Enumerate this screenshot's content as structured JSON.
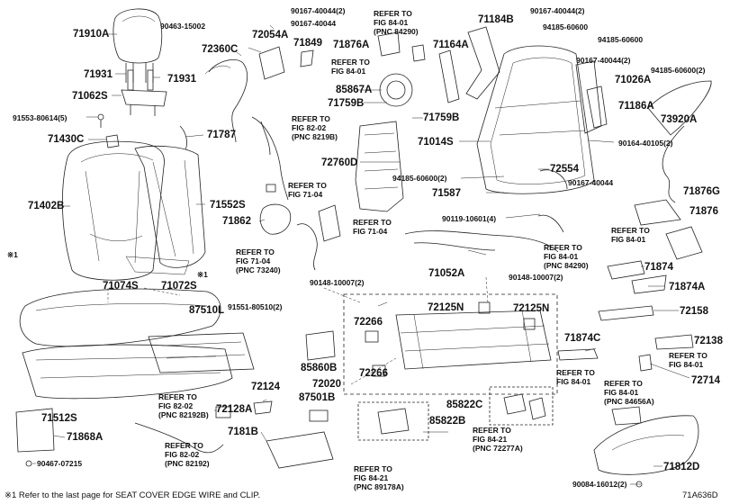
{
  "parts": {
    "p71910A": "71910A",
    "p90463": "90463-15002",
    "p90167_top": "90167-40044(2)",
    "p90167_b": "90167-40044",
    "p72054A": "72054A",
    "p72360C": "72360C",
    "p71849": "71849",
    "p71931a": "71931",
    "p71931b": "71931",
    "p71062S": "71062S",
    "p91553": "91553-80614(5)",
    "p71430C": "71430C",
    "p71787": "71787",
    "p71402B": "71402B",
    "p71074S": "71074S",
    "p71552S": "71552S",
    "p71862": "71862",
    "p71876A": "71876A",
    "p71164A": "71164A",
    "p71184B": "71184B",
    "p90167_r1": "90167-40044(2)",
    "p94185_1": "94185-60600",
    "p94185_2": "94185-60600",
    "p90167_r2": "90167-40044(2)",
    "p94185_3": "94185-60600(2)",
    "p71026A": "71026A",
    "p85867A": "85867A",
    "p71759B_l": "71759B",
    "p71759B_r": "71759B",
    "p71186A": "71186A",
    "p73920A": "73920A",
    "p71014S": "71014S",
    "p90164": "90164-40105(2)",
    "p72760D": "72760D",
    "p94185_4": "94185-60600(2)",
    "p72554": "72554",
    "p71587": "71587",
    "p90167_c": "90167-40044",
    "p71876G": "71876G",
    "p90119": "90119-10601(4)",
    "p71876": "71876",
    "p90148_l": "90148-10007(2)",
    "p90148_r": "90148-10007(2)",
    "p71052A": "71052A",
    "p71874": "71874",
    "p71874A": "71874A",
    "p71072S": "71072S",
    "p87510L": "87510L",
    "p91551": "91551-80510(2)",
    "p72266a": "72266",
    "p72266b": "72266",
    "p72125N_l": "72125N",
    "p72125N_r": "72125N",
    "p72158": "72158",
    "p85860B": "85860B",
    "p72020": "72020",
    "p71874C": "71874C",
    "p72138": "72138",
    "p72714": "72714",
    "p71512S": "71512S",
    "p72128A": "72128A",
    "p72124": "72124",
    "p87501B": "87501B",
    "p85822C": "85822C",
    "p85822B": "85822B",
    "p7181B": "7181B",
    "p71868A": "71868A",
    "p90467": "90467-07215",
    "p71812D": "71812D",
    "p90084": "90084-16012(2)",
    "x1a": "※1",
    "x1b": "※1"
  },
  "refs": {
    "r1": {
      "l1": "REFER TO",
      "l2": "FIG 84-01",
      "l3": "(PNC 84290)"
    },
    "r2": {
      "l1": "REFER TO",
      "l2": "FIG 84-01"
    },
    "r3": {
      "l1": "REFER TO",
      "l2": "FIG 82-02",
      "l3": "(PNC 8219B)"
    },
    "r4": {
      "l1": "REFER TO",
      "l2": "FIG 71-04"
    },
    "r5": {
      "l1": "REFER TO",
      "l2": "FIG 71-04"
    },
    "r6": {
      "l1": "REFER TO",
      "l2": "FIG 71-04",
      "l3": "(PNC 73240)"
    },
    "r7": {
      "l1": "REFER TO",
      "l2": "FIG 84-01"
    },
    "r8": {
      "l1": "REFER TO",
      "l2": "FIG 84-01",
      "l3": "(PNC 84290)"
    },
    "r9": {
      "l1": "REFER TO",
      "l2": "FIG 84-01"
    },
    "r10": {
      "l1": "REFER TO",
      "l2": "FIG 84-01"
    },
    "r11": {
      "l1": "REFER TO",
      "l2": "FIG 84-01",
      "l3": "(PNC 84656A)"
    },
    "r12": {
      "l1": "REFER TO",
      "l2": "FIG 82-02",
      "l3": "(PNC 82192B)"
    },
    "r13": {
      "l1": "REFER TO",
      "l2": "FIG 82-02",
      "l3": "(PNC 82192)"
    },
    "r14": {
      "l1": "REFER TO",
      "l2": "FIG 84-21",
      "l3": "(PNC 72277A)"
    },
    "r15": {
      "l1": "REFER TO",
      "l2": "FIG 84-21",
      "l3": "(PNC 89178A)"
    }
  },
  "footnote": "※1 Refer to the last page for SEAT COVER EDGE WIRE and CLIP.",
  "diagram_id": "71A636D"
}
